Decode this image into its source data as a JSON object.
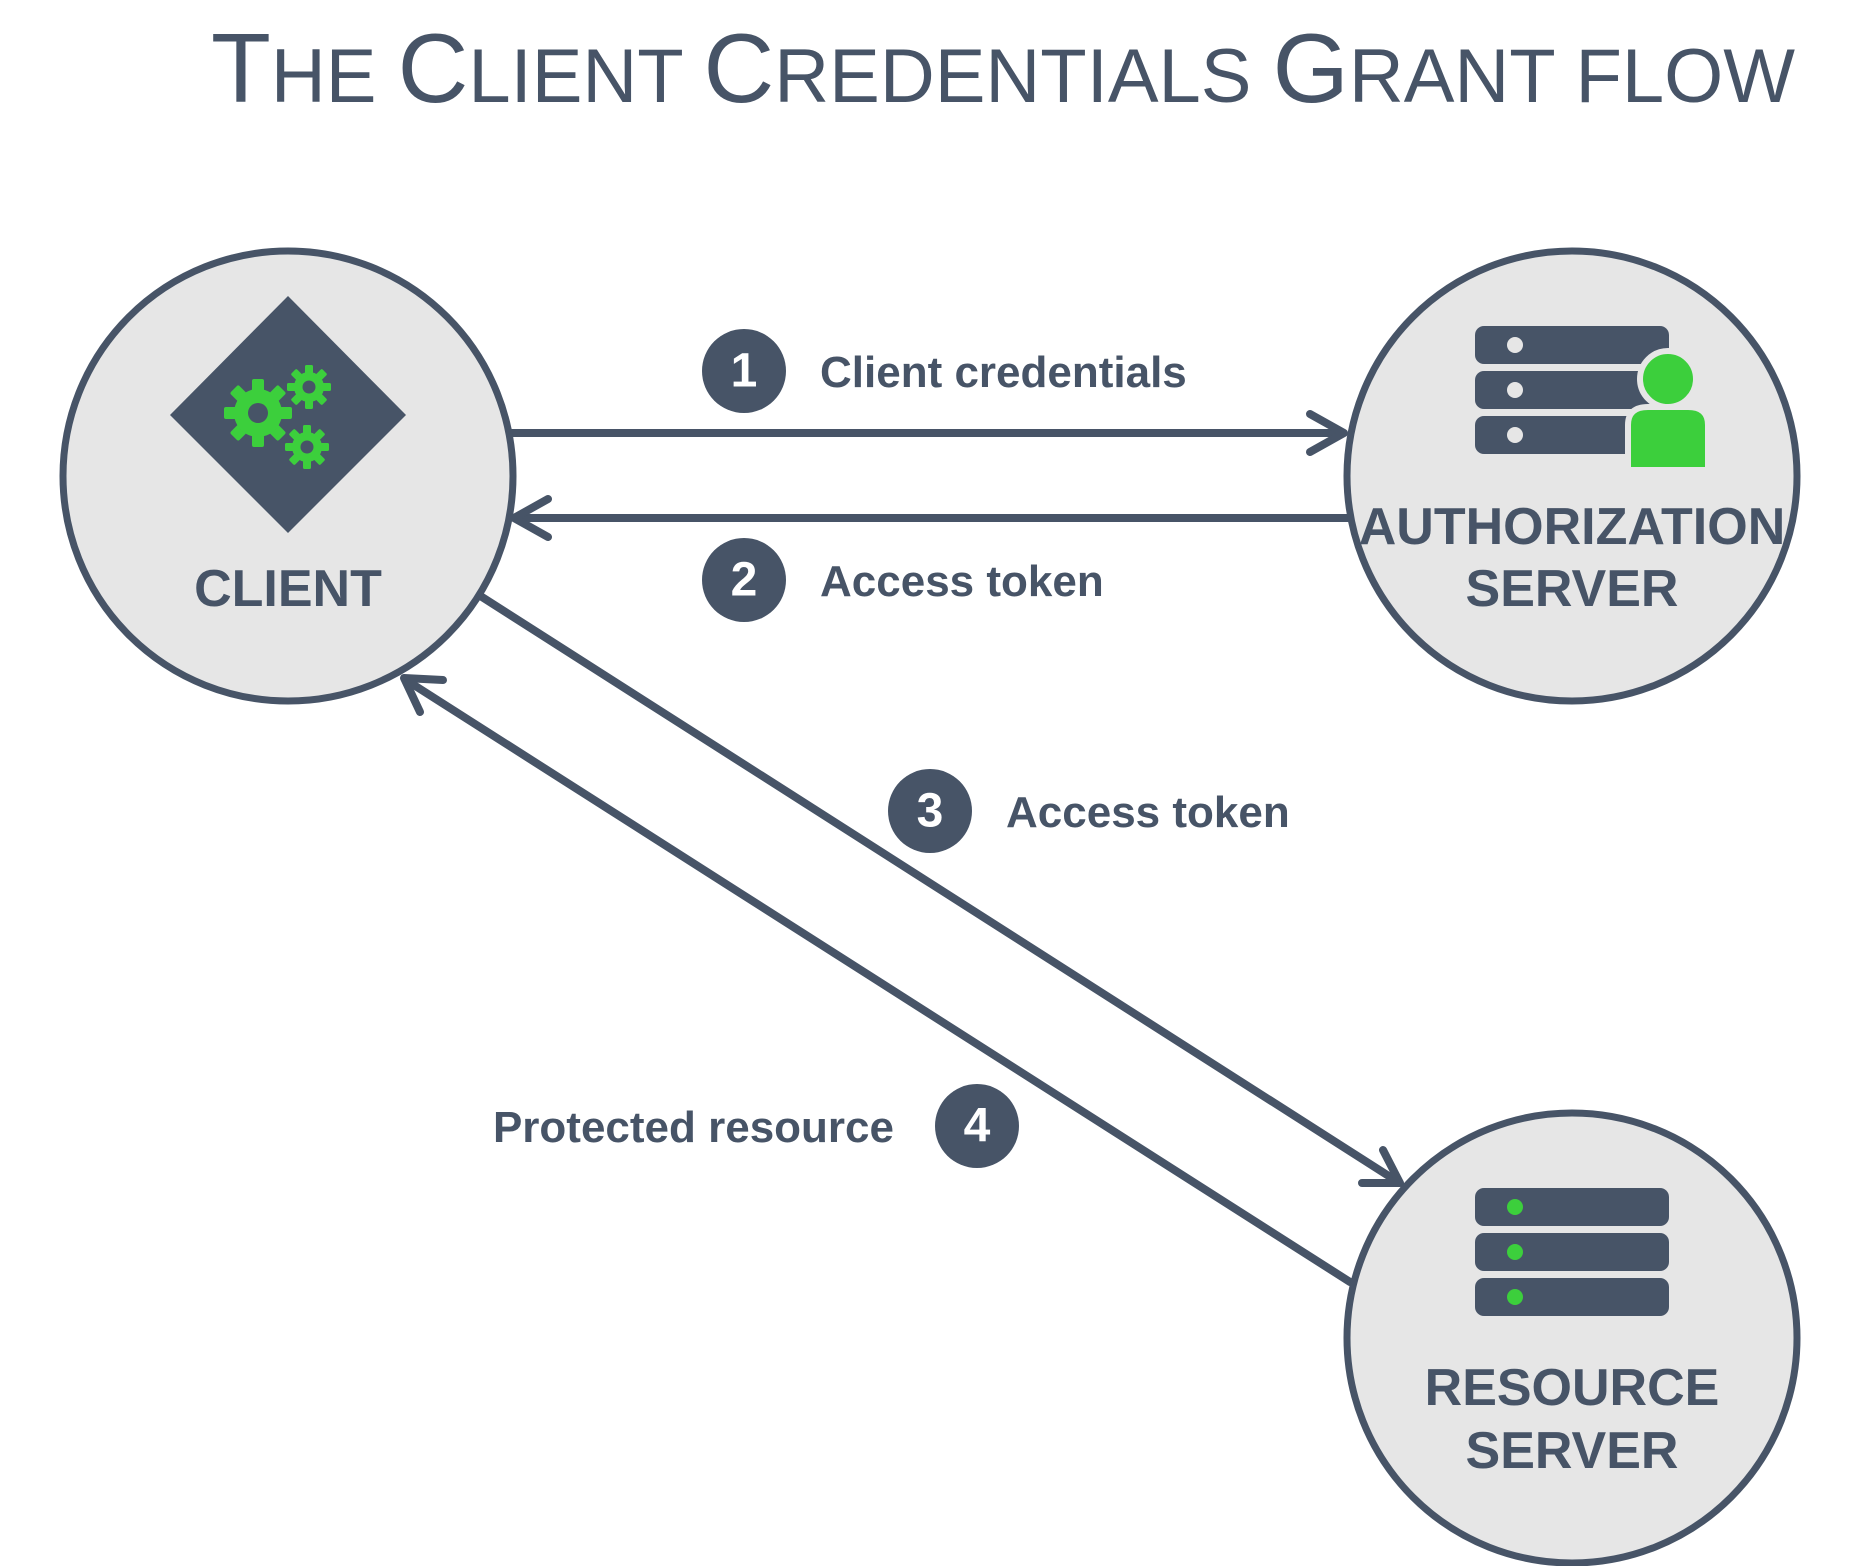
{
  "title": {
    "parts": [
      {
        "text": "T",
        "big": true
      },
      {
        "text": "HE ",
        "big": false
      },
      {
        "text": "C",
        "big": true
      },
      {
        "text": "LIENT ",
        "big": false
      },
      {
        "text": "C",
        "big": true
      },
      {
        "text": "REDENTIALS ",
        "big": false
      },
      {
        "text": "G",
        "big": true
      },
      {
        "text": "RANT FLOW",
        "big": false
      }
    ]
  },
  "nodes": {
    "client": {
      "label": "CLIENT"
    },
    "auth_server": {
      "label_line1": "AUTHORIZATION",
      "label_line2": "SERVER"
    },
    "resource_server": {
      "label_line1": "RESOURCE",
      "label_line2": "SERVER"
    }
  },
  "steps": [
    {
      "number": "1",
      "label": "Client credentials"
    },
    {
      "number": "2",
      "label": "Access token"
    },
    {
      "number": "3",
      "label": "Access token"
    },
    {
      "number": "4",
      "label": "Protected resource"
    }
  ],
  "colors": {
    "dark": "#475467",
    "node_fill": "#e6e6e6",
    "green": "#3ccf3c"
  },
  "icons": {
    "client": "gears-diamond-icon",
    "auth_server": "server-user-icon",
    "resource_server": "server-stack-icon"
  }
}
